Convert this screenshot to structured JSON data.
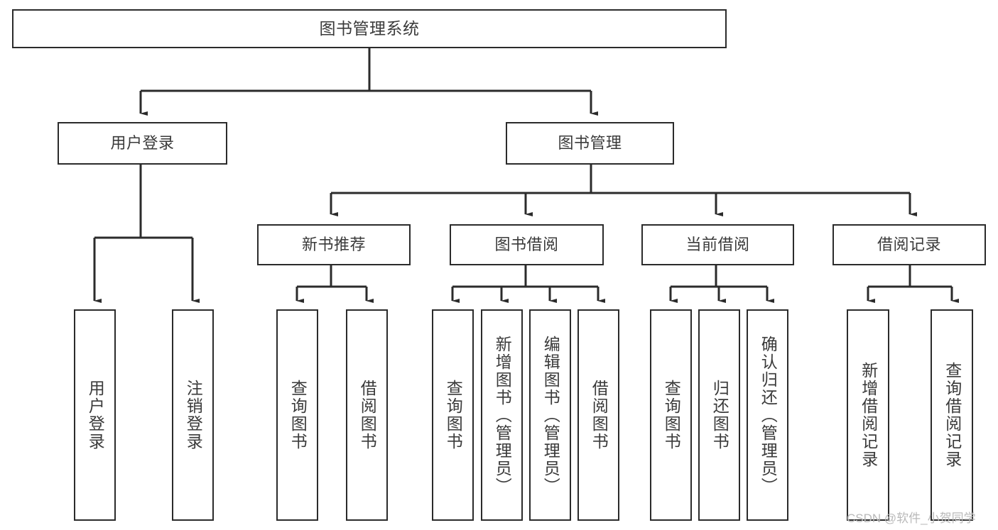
{
  "diagram": {
    "title": "图书管理系统",
    "type": "function-structure-tree",
    "watermark": "CSDN @软件_小贺同学",
    "colors": {
      "box_border": "#2b2b2b",
      "box_fill": "#ffffff",
      "text": "#3a3a3a",
      "connector": "#2b2b2b",
      "background": "#ffffff",
      "watermark": "#b9b9b9"
    },
    "levels": {
      "root": {
        "label": "图书管理系统"
      },
      "level2": [
        {
          "label": "用户登录"
        },
        {
          "label": "图书管理"
        }
      ],
      "level3": [
        {
          "label": "新书推荐"
        },
        {
          "label": "图书借阅"
        },
        {
          "label": "当前借阅"
        },
        {
          "label": "借阅记录"
        }
      ],
      "leaves": {
        "user_login": [
          {
            "label": "用户登录"
          },
          {
            "label": "注销登录"
          }
        ],
        "new_book_recommend": [
          {
            "label": "查询图书"
          },
          {
            "label": "借阅图书"
          }
        ],
        "book_borrow": [
          {
            "label": "查询图书"
          },
          {
            "label": "新增图书（管理员）"
          },
          {
            "label": "编辑图书（管理员）"
          },
          {
            "label": "借阅图书"
          }
        ],
        "current_borrow": [
          {
            "label": "查询图书"
          },
          {
            "label": "归还图书"
          },
          {
            "label": "确认归还（管理员）"
          }
        ],
        "borrow_record": [
          {
            "label": "新增借阅记录"
          },
          {
            "label": "查询借阅记录"
          }
        ]
      }
    }
  }
}
